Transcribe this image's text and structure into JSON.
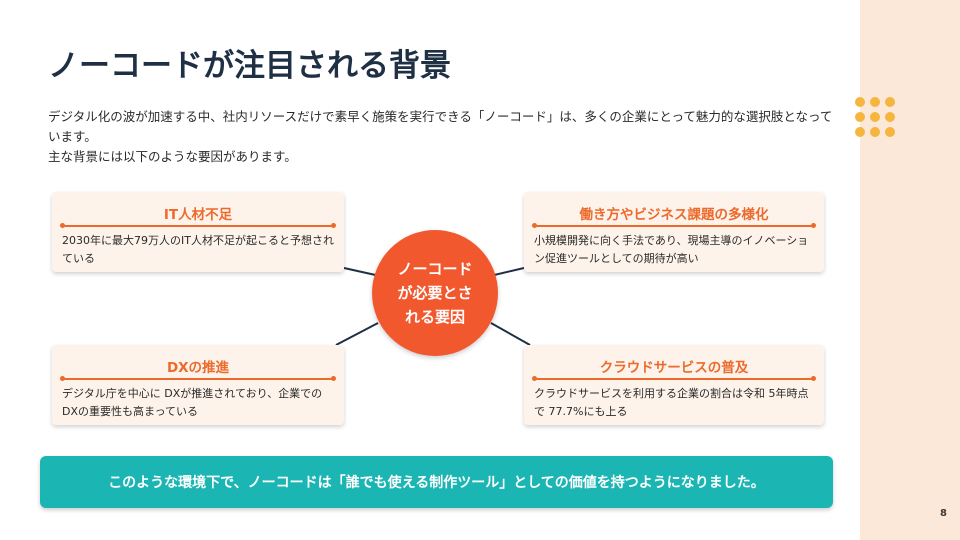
{
  "slide": {
    "title": "ノーコードが注目される背景",
    "intro": {
      "line1": "デジタル化の波が加速する中、社内リソースだけで素早く施策を実行できる「ノーコード」は、多くの企業にとって魅力的な選択肢となっています。",
      "line2": "主な背景には以下のような要因があります。"
    },
    "center": {
      "line1": "ノーコード",
      "line2": "が必要とさ",
      "line3": "れる要因"
    },
    "cards": [
      {
        "title": "IT人材不足",
        "body": "2030年に最大79万人のIT人材不足が起こると予想されている"
      },
      {
        "title": "働き方やビジネス課題の多様化",
        "body": "小規模開発に向く手法であり、現場主導のイノベーション促進ツールとしての期待が高い"
      },
      {
        "title": "DXの推進",
        "body": "デジタル庁を中心に DXが推進されており、企業でのDXの重要性も高まっている"
      },
      {
        "title": "クラウドサービスの普及",
        "body": "クラウドサービスを利用する企業の割合は令和 5年時点で 77.7%にも上る"
      }
    ],
    "banner": "このような環境下で、ノーコードは「誰でも使える制作ツール」としての価値を持つようになりました。",
    "page_number": "8"
  },
  "colors": {
    "title": "#1f2f44",
    "accent_orange": "#ec6a2c",
    "circle": "#f2582e",
    "card_bg": "#fdf3ea",
    "banner": "#1bb6b3",
    "side_panel": "#fce8d8",
    "dots": "#f6b53e"
  },
  "icons": {
    "decoration": "dot-grid"
  }
}
